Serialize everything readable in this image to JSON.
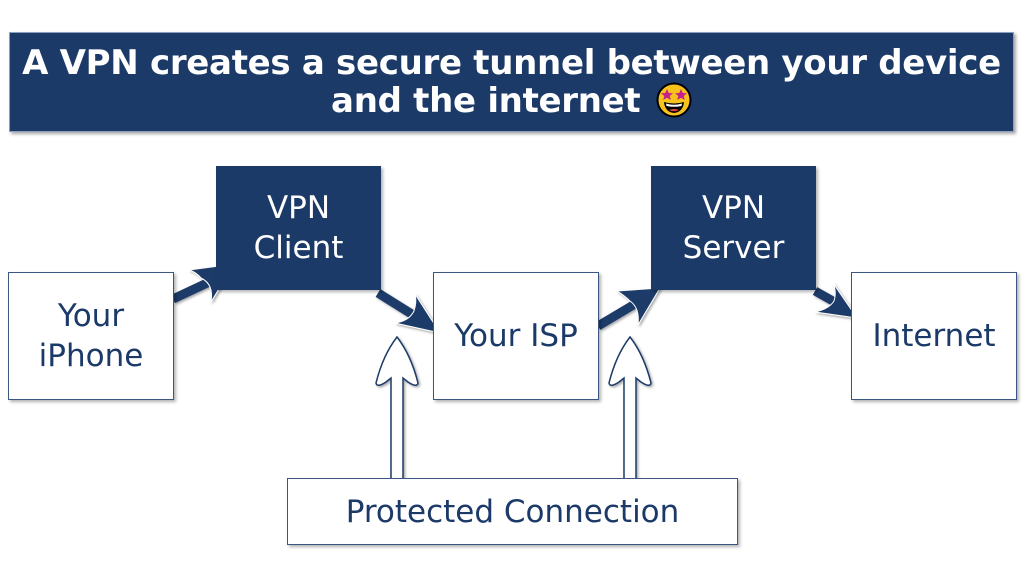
{
  "header": {
    "title": "A VPN creates a secure tunnel between your device and the internet",
    "emoji": "star-struck-emoji"
  },
  "nodes": {
    "iphone": {
      "line1": "Your",
      "line2": "iPhone"
    },
    "vpn_client": {
      "line1": "VPN",
      "line2": "Client"
    },
    "isp": {
      "label": "Your ISP"
    },
    "vpn_server": {
      "line1": "VPN",
      "line2": "Server"
    },
    "internet": {
      "label": "Internet"
    },
    "protected": {
      "label": "Protected Connection"
    }
  },
  "edges": [
    {
      "from": "Your iPhone",
      "to": "VPN Client"
    },
    {
      "from": "VPN Client",
      "to": "Your ISP"
    },
    {
      "from": "Your ISP",
      "to": "VPN Server"
    },
    {
      "from": "VPN Server",
      "to": "Internet"
    },
    {
      "from": "Protected Connection",
      "to": "Your ISP link"
    },
    {
      "from": "Protected Connection",
      "to": "VPN Server link"
    }
  ],
  "colors": {
    "navy": "#1b3a68",
    "border": "#3b5680",
    "white": "#ffffff"
  }
}
